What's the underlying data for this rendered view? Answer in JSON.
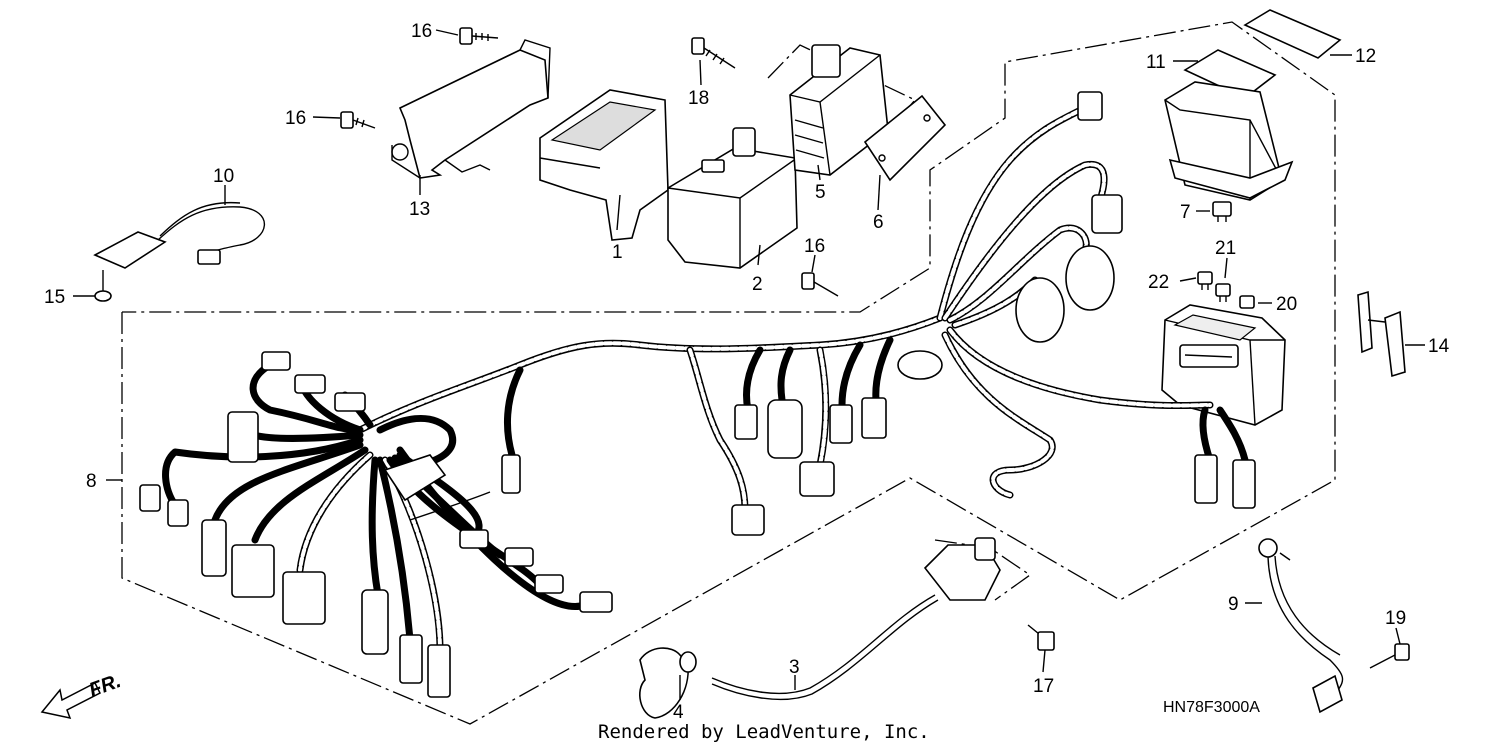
{
  "diagram": {
    "callouts": [
      "1",
      "2",
      "3",
      "4",
      "5",
      "6",
      "7",
      "8",
      "9",
      "10",
      "11",
      "12",
      "13",
      "14",
      "15",
      "16",
      "17",
      "18",
      "19",
      "20",
      "21",
      "22"
    ],
    "drawing_code": "HN78F3000A",
    "credit": "Rendered by LeadVenture, Inc.",
    "direction_label": "FR."
  }
}
